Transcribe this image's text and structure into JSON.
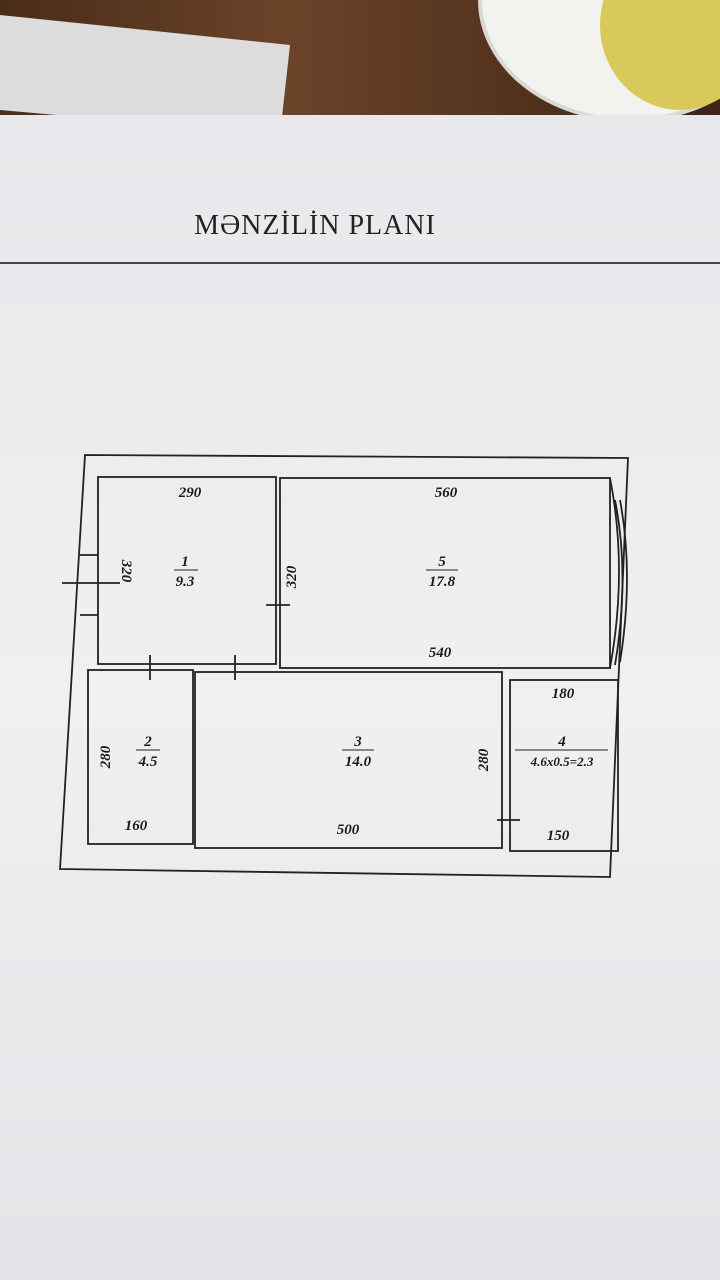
{
  "title": "MƏNZİLİN PLANI",
  "rooms": [
    {
      "number": "1",
      "area": "9.3",
      "width": "290",
      "height": "320"
    },
    {
      "number": "5",
      "area": "17.8",
      "width_top": "560",
      "width_bottom": "540",
      "height": "320"
    },
    {
      "number": "2",
      "area": "4.5",
      "width": "160",
      "height": "280"
    },
    {
      "number": "3",
      "area": "14.0",
      "width": "500",
      "height": "280"
    },
    {
      "number": "4",
      "area": "4.6x0.5=2.3",
      "width_top": "180",
      "width_bottom": "150"
    }
  ]
}
